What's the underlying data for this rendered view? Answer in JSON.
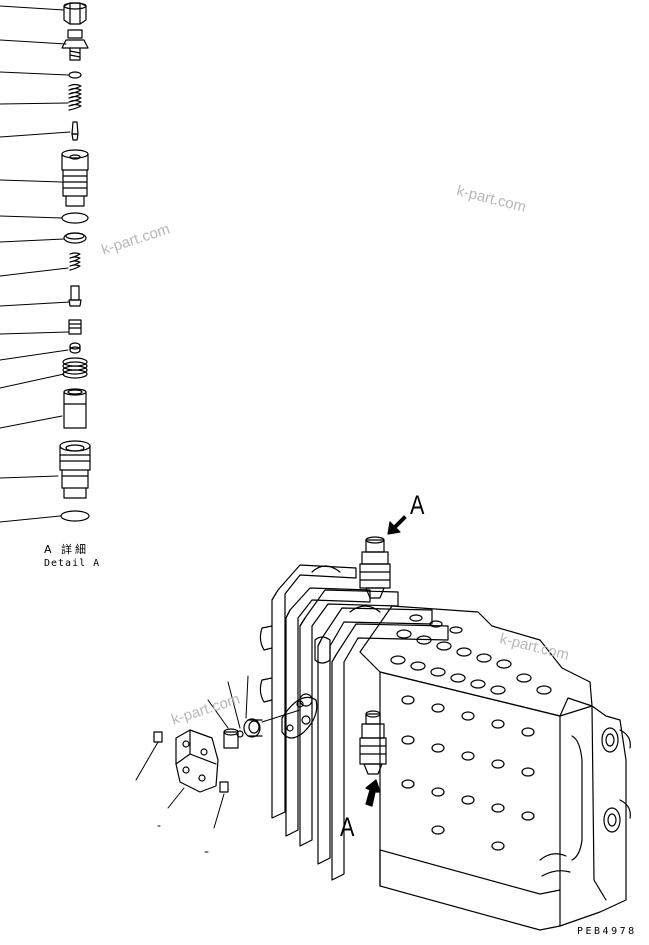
{
  "drawing_code": "PEB4978",
  "callout_letter": "A",
  "detail_caption_jp": "A 詳細",
  "detail_caption_en": "Detail A",
  "watermark": "k-part.com",
  "colors": {
    "line": "#000000",
    "watermark": "#b8b8b8",
    "background": "#ffffff"
  }
}
